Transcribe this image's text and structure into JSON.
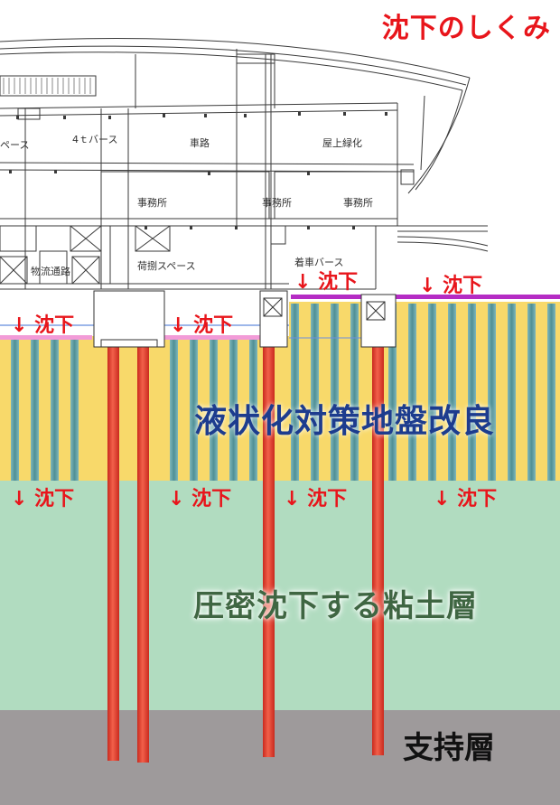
{
  "title": "沈下のしくみ",
  "settlement_label": "↓ 沈下",
  "rooms": {
    "space_left": "ペース",
    "truck_berth": "4ｔバース",
    "roadway": "車路",
    "rooftop_green": "屋上緑化",
    "office": "事務所",
    "logistics_passage": "物流通路",
    "unloading_space": "荷捌スペース",
    "arrival_berth": "着車バース"
  },
  "layers": {
    "liquefaction": "液状化対策地盤改良",
    "clay": "圧密沈下する粘土層",
    "bearing": "支持層"
  },
  "colors": {
    "title_red": "#e8151b",
    "ground_yellow": "#f8d96a",
    "clay_green": "#b1dcc0",
    "bearing_gray": "#9e9a9b",
    "column_teal": "#5e9fa4",
    "pile_red": "#e6452f",
    "slab_purple": "#b52cc4",
    "slab_pink": "#f29bd7",
    "liquefaction_text": "#1d3c8e",
    "clay_text": "#3f6642"
  }
}
